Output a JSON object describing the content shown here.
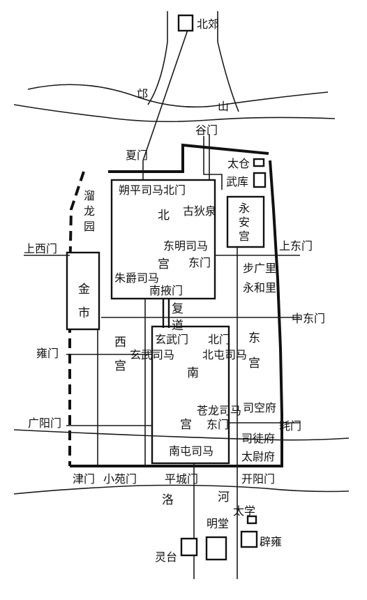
{
  "map": {
    "labels": {
      "beijiao": "北郊",
      "mang_shan_left": "邙",
      "mang_shan_right": "山",
      "gu_men": "谷门",
      "xia_men": "夏门",
      "tai_cang": "太仓",
      "wu_ku": "武库",
      "liu_long_yuan": [
        "溜",
        "龙",
        "园"
      ],
      "shuo_ping": "朔平司马北门",
      "bei_gong_bei": "北",
      "bei_gong_gong": "宫",
      "gu_di_quan": "古狄泉",
      "yong_an_gong": [
        "永",
        "安",
        "宫"
      ],
      "dong_ming": "东明司马",
      "dong_men_1": "东门",
      "shang_xi_men": "上西门",
      "shang_dong_men": "上东门",
      "bu_guang_li": "步广里",
      "yong_he_li": "永和里",
      "jin_shi": [
        "金",
        "市"
      ],
      "zhu_que": "朱爵司马",
      "nan_ye_men": "南掖门",
      "fu_dao": [
        "复",
        "道"
      ],
      "zhong_dong_men": "中东门",
      "xuan_wu_men": "玄武门",
      "bei_men": "北门",
      "xuan_wu_sima": "玄武司马",
      "bei_tun": "北屯司马",
      "xi_gong": [
        "西",
        "宫"
      ],
      "dong_gong": [
        "东",
        "宫"
      ],
      "nan_gong_nan": "南",
      "nan_gong_gong": "宫",
      "yong_men": "雍门",
      "cang_long": "苍龙司马",
      "si_kong": "司空府",
      "dong_men_2": "东门",
      "guang_yang_men": "广阳门",
      "hao_men": "耗门",
      "si_tu": "司徒府",
      "nan_tun": "南屯司马",
      "tai_wei": "太尉府",
      "jin_men": "津门",
      "xiao_yuan_men": "小苑门",
      "ping_cheng_men": "平城门",
      "kai_yang_men": "开阳门",
      "luo": "洛",
      "he": "河",
      "tai_xue": "太学",
      "ming_tang": "明堂",
      "bi_yong": "辟雍",
      "ling_tai": "灵台"
    }
  }
}
